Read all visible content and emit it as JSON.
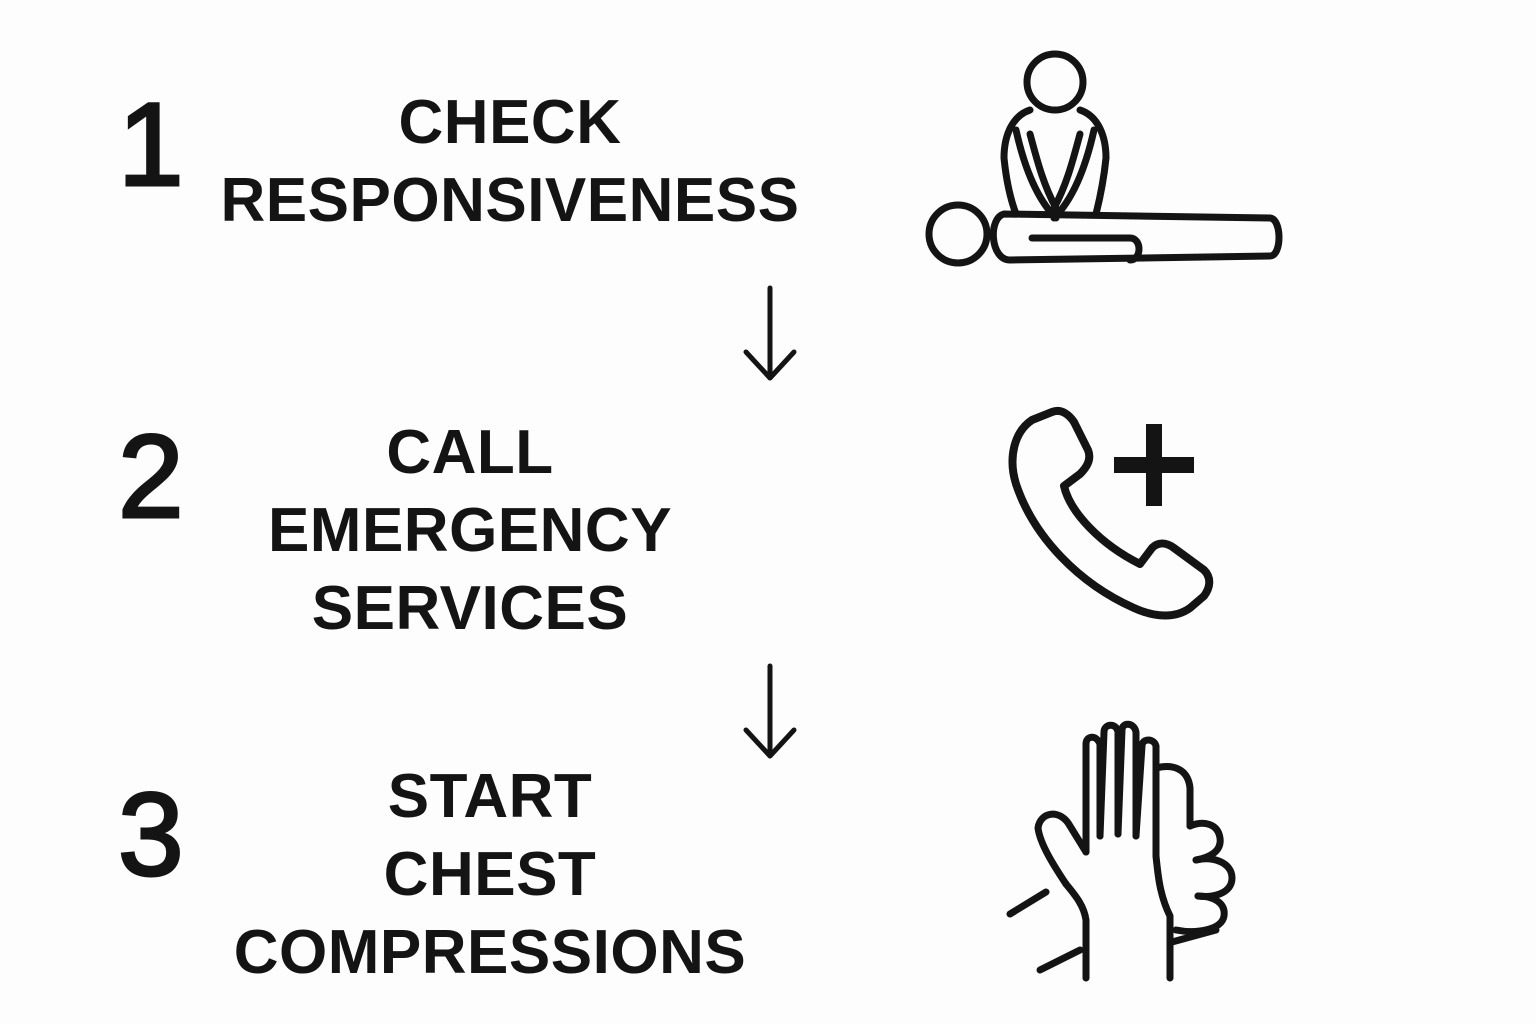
{
  "steps": [
    {
      "number": "1",
      "title_lines": [
        "CHECK",
        "RESPONSIVENESS"
      ],
      "icon": "cpr-person-icon"
    },
    {
      "number": "2",
      "title_lines": [
        "CALL",
        "EMERGENCY",
        "SERVICES"
      ],
      "icon": "phone-plus-icon"
    },
    {
      "number": "3",
      "title_lines": [
        "START",
        "CHEST",
        "COMPRESSIONS"
      ],
      "icon": "stacked-hands-icon"
    }
  ],
  "connectors": [
    "down-arrow-icon",
    "down-arrow-icon"
  ],
  "colors": {
    "background": "#fdfdfd",
    "ink": "#141414"
  }
}
